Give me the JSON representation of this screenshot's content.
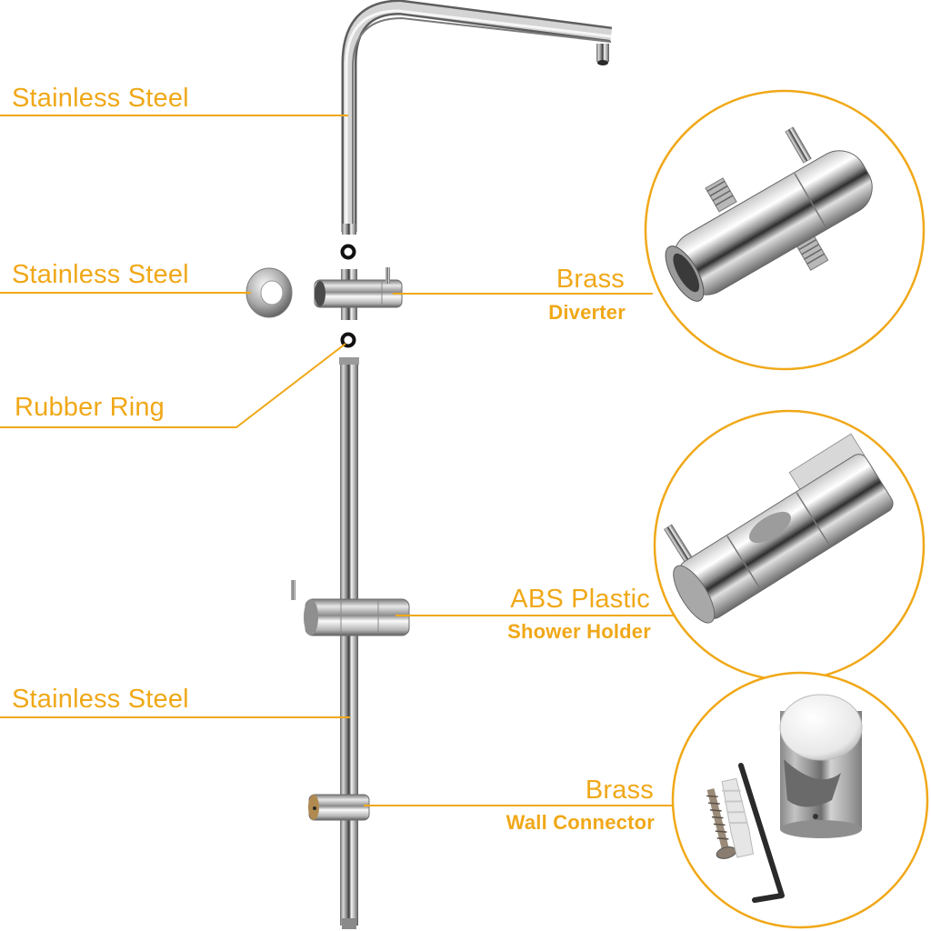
{
  "accent_color": "#f0a818",
  "left_labels": [
    {
      "material": "Stainless Steel",
      "part": "shower-arm"
    },
    {
      "material": "Stainless Steel",
      "part": "wall-flange"
    },
    {
      "material": "Rubber Ring",
      "part": "rubber-ring"
    },
    {
      "material": "Stainless Steel",
      "part": "slide-bar"
    }
  ],
  "right_labels": [
    {
      "material": "Brass",
      "part_name": "Diverter"
    },
    {
      "material": "ABS Plastic",
      "part_name": "Shower Holder"
    },
    {
      "material": "Brass",
      "part_name": "Wall Connector"
    }
  ]
}
